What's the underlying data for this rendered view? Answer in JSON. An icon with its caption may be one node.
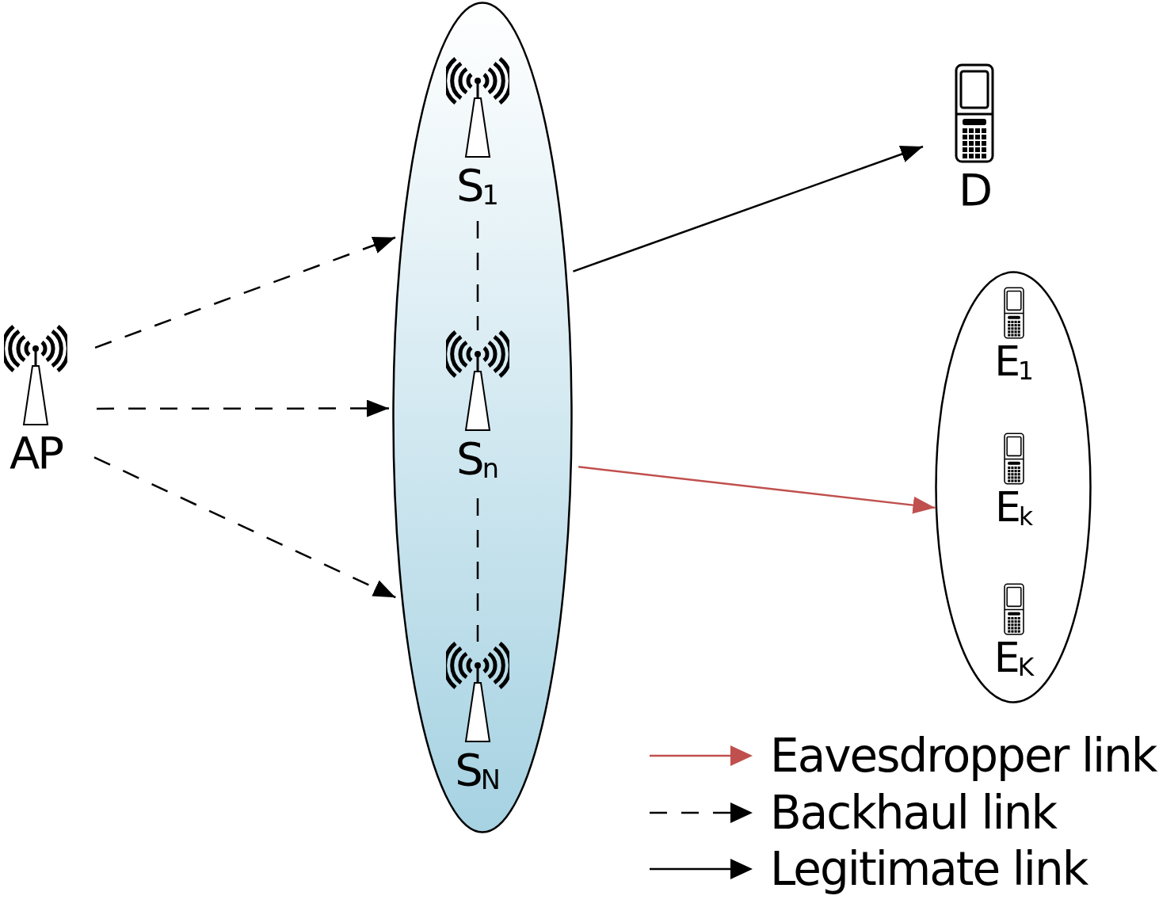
{
  "diagram": {
    "nodes": [
      {
        "text": [
          "AP"
        ]
      },
      {
        "text": [],
        "shape": "ellipse"
      },
      {
        "text": [
          "S$_{1}$"
        ],
        "in": 1
      },
      {
        "text": [
          "S$_{n}$"
        ],
        "in": 1
      },
      {
        "text": [
          "S$_{N}$"
        ],
        "in": 1
      },
      {
        "text": [
          "D"
        ]
      },
      {
        "text": [],
        "shape": "ellipse"
      },
      {
        "text": [
          "E$_{1}$"
        ],
        "in": 6
      },
      {
        "text": [
          "E$_{k}$"
        ],
        "in": 6
      },
      {
        "text": [
          "E$_{K}$"
        ],
        "in": 6
      }
    ],
    "edges": [
      {
        "from": 0,
        "to": 1,
        "arrow": "to",
        "style": "dashed"
      },
      {
        "from": 0,
        "to": 1,
        "arrow": "to",
        "style": "dashed"
      },
      {
        "from": 0,
        "to": 1,
        "arrow": "to",
        "style": "dashed"
      },
      {
        "from": 2,
        "to": 3,
        "arrow": "none",
        "style": "dashed"
      },
      {
        "from": 3,
        "to": 4,
        "arrow": "none",
        "style": "dashed"
      },
      {
        "from": 1,
        "to": 5,
        "arrow": "to"
      },
      {
        "from": 1,
        "to": 6,
        "arrow": "to",
        "color": "#c0504d"
      }
    ],
    "legend": [
      {
        "text": "Eavesdropper link"
      },
      {
        "text": "Backhaul link"
      },
      {
        "text": "Legitimate link"
      }
    ]
  }
}
